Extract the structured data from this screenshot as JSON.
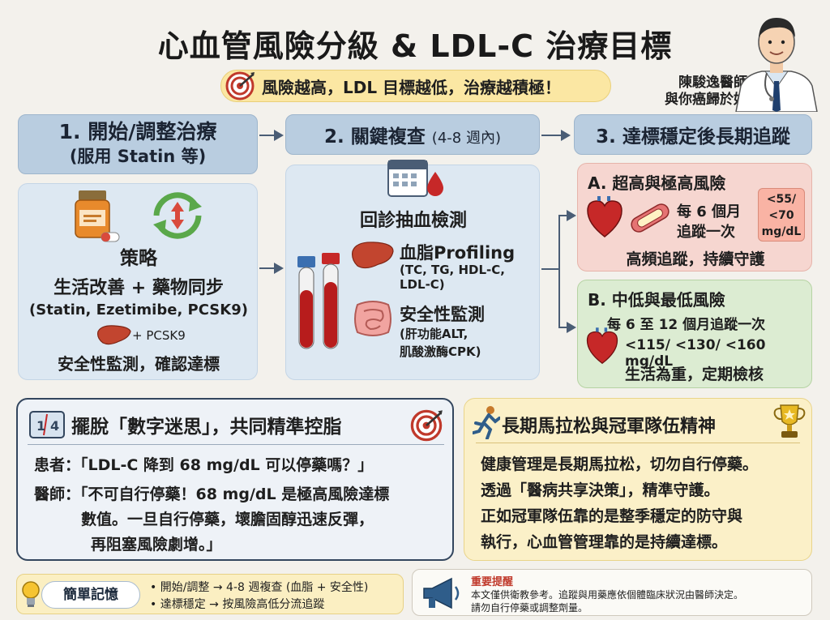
{
  "title": "心血管風險分級 & LDL-C 治療目標",
  "subtitle": "風險越高，LDL 目標越低，治療越積極！",
  "doctor": {
    "line1": "陳駿逸醫師",
    "line2": "與你癌歸於好"
  },
  "steps": {
    "step1": {
      "title": "1. 開始/調整治療",
      "sub": "(服用 Statin 等)"
    },
    "step2": {
      "title": "2. 關鍵複查",
      "sub": "(4-8 週內)"
    },
    "step3": {
      "title": "3. 達標穩定後長期追蹤"
    }
  },
  "panel1": {
    "strategy": "策略",
    "combo": "生活改善 + 藥物同步",
    "drugs": "(Statin, Ezetimibe, PCSK9)",
    "pcsk9": "+ PCSK9",
    "safety": "安全性監測，確認達標"
  },
  "panel2": {
    "revisit": "回診抽血檢測",
    "profiling_title": "血脂Profiling",
    "profiling_items": "(TC, TG, HDL-C, LDL-C)",
    "safety_title": "安全性監測",
    "safety_line1": "(肝功能ALT,",
    "safety_line2": "肌酸激酶CPK)"
  },
  "riskA": {
    "title": "A. 超高與極高風險",
    "freq_line1": "每 6 個月",
    "freq_line2": "追蹤一次",
    "target_line1": "<55/",
    "target_line2": "<70",
    "target_line3": "mg/dL",
    "bottom": "高頻追蹤，持續守護"
  },
  "riskB": {
    "title": "B. 中低與最低風險",
    "freq": "每 6 至 12 個月追蹤一次",
    "target": "<115/ <130/ <160 mg/dL",
    "bottom": "生活為重，定期檢核"
  },
  "myth": {
    "title": "擺脫「數字迷思」，共同精準控脂",
    "patient": "患者：「LDL-C 降到 68 mg/dL 可以停藥嗎？」",
    "doctor_line1": "醫師：「不可自行停藥！68 mg/dL 是極高風險達標",
    "doctor_line2": "數值。一旦自行停藥，壞膽固醇迅速反彈，",
    "doctor_line3": "再阻塞風險劇增。」"
  },
  "marathon": {
    "title": "長期馬拉松與冠軍隊伍精神",
    "lines": [
      "健康管理是長期馬拉松，切勿自行停藥。",
      "透過「醫病共享決策」，精準守護。",
      "正如冠軍隊伍靠的是整季穩定的防守與",
      "執行，心血管管理靠的是持續達標。"
    ]
  },
  "memo": {
    "label": "簡單記憶",
    "items": [
      "• 開始/調整 → 4-8 週複查 (血脂 + 安全性)",
      "• 達標穩定 → 按風險高低分流追蹤"
    ]
  },
  "notice": {
    "title": "重要提醒",
    "line1": "本文僅供衛教參考。追蹤與用藥應依個體臨床狀況由醫師決定。",
    "line2": "請勿自行停藥或調整劑量。"
  },
  "colors": {
    "step_header": "#b9cde0",
    "panel_blue": "#dde8f2",
    "risk_high": "#f6d6d0",
    "risk_low": "#dcecd2",
    "warm_card": "#fbf0c8",
    "accent_red": "#c0392b"
  },
  "icons": [
    "target-icon",
    "doctor-avatar",
    "pill-bottle-icon",
    "cycle-arrows-icon",
    "liver-icon",
    "calendar-icon",
    "blood-drop-icon",
    "blood-tube-icon",
    "intestine-icon",
    "heart-icon",
    "artery-icon",
    "number-board-icon",
    "runner-icon",
    "trophy-icon",
    "lightbulb-icon",
    "megaphone-icon"
  ]
}
